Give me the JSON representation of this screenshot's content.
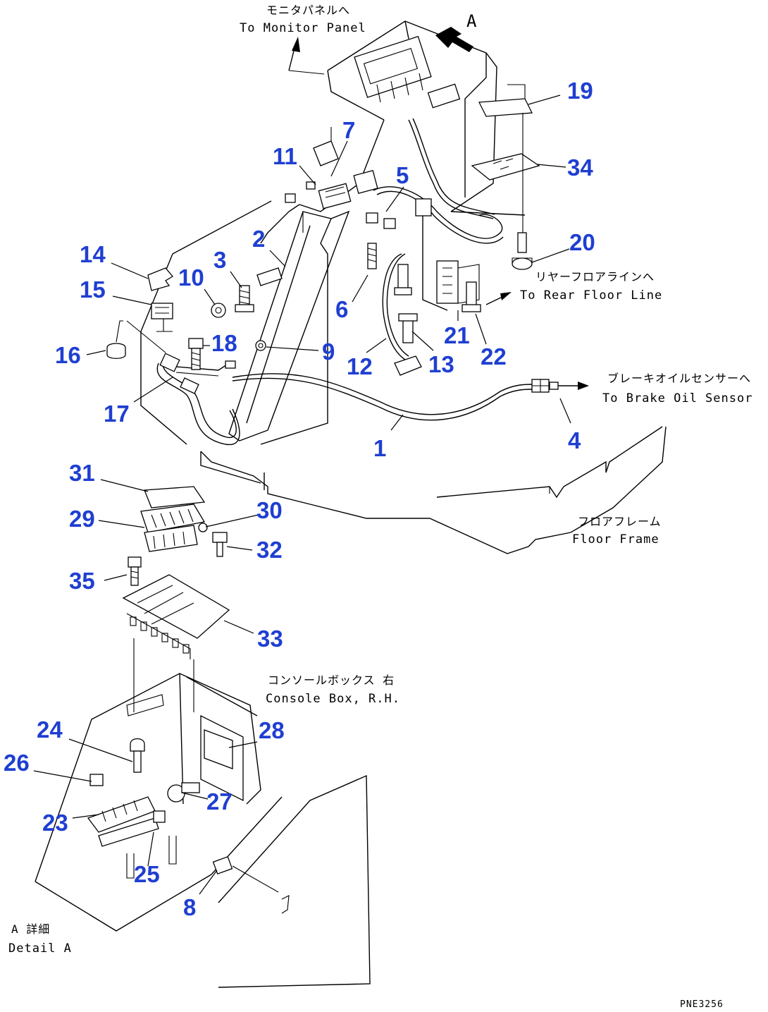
{
  "callouts": [
    {
      "id": "1",
      "label": "1"
    },
    {
      "id": "2",
      "label": "2"
    },
    {
      "id": "3",
      "label": "3"
    },
    {
      "id": "4",
      "label": "4"
    },
    {
      "id": "5",
      "label": "5"
    },
    {
      "id": "6",
      "label": "6"
    },
    {
      "id": "7",
      "label": "7"
    },
    {
      "id": "8",
      "label": "8"
    },
    {
      "id": "9",
      "label": "9"
    },
    {
      "id": "10",
      "label": "10"
    },
    {
      "id": "11",
      "label": "11"
    },
    {
      "id": "12",
      "label": "12"
    },
    {
      "id": "13",
      "label": "13"
    },
    {
      "id": "14",
      "label": "14"
    },
    {
      "id": "15",
      "label": "15"
    },
    {
      "id": "16",
      "label": "16"
    },
    {
      "id": "17",
      "label": "17"
    },
    {
      "id": "18",
      "label": "18"
    },
    {
      "id": "19",
      "label": "19"
    },
    {
      "id": "20",
      "label": "20"
    },
    {
      "id": "21",
      "label": "21"
    },
    {
      "id": "22",
      "label": "22"
    },
    {
      "id": "23",
      "label": "23"
    },
    {
      "id": "24",
      "label": "24"
    },
    {
      "id": "25",
      "label": "25"
    },
    {
      "id": "26",
      "label": "26"
    },
    {
      "id": "27",
      "label": "27"
    },
    {
      "id": "28",
      "label": "28"
    },
    {
      "id": "29",
      "label": "29"
    },
    {
      "id": "30",
      "label": "30"
    },
    {
      "id": "31",
      "label": "31"
    },
    {
      "id": "32",
      "label": "32"
    },
    {
      "id": "33",
      "label": "33"
    },
    {
      "id": "34",
      "label": "34"
    },
    {
      "id": "35",
      "label": "35"
    }
  ],
  "notes": {
    "monitor_jp": "モニタパネルへ",
    "monitor_en": "To Monitor Panel",
    "view_arrow": "A",
    "rear_floor_jp": "リヤーフロアラインへ",
    "rear_floor_en": "To Rear Floor Line",
    "brake_jp": "ブレーキオイルセンサーへ",
    "brake_en": "To Brake Oil Sensor",
    "floor_frame_jp": "フロアフレーム",
    "floor_frame_en": "Floor Frame",
    "console_jp": "コンソールボックス 右",
    "console_en": "Console Box, R.H.",
    "detail_jp": "A 詳細",
    "detail_en": "Detail A",
    "drawing_code": "PNE3256"
  }
}
